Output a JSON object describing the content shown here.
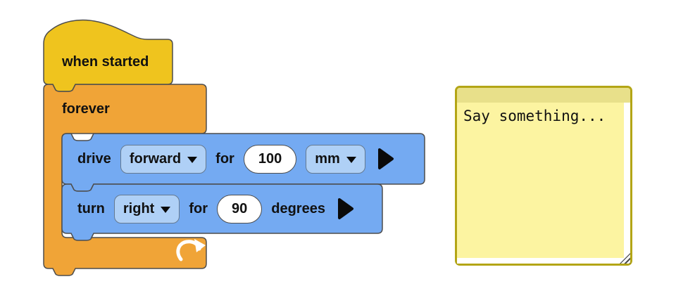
{
  "canvas": {
    "background": "#ffffff"
  },
  "workspace": {
    "hat_block": {
      "label": "when started",
      "color": "#EFC41E"
    },
    "forever_block": {
      "label": "forever",
      "color": "#F0A437",
      "icon": "loop-arrow-icon"
    },
    "drive_block": {
      "color": "#74AAF2",
      "field_color": "#AFD0F6",
      "label_drive": "drive",
      "direction_dropdown": {
        "value": "forward",
        "icon": "dropdown-caret-icon"
      },
      "label_for": "for",
      "distance_input": {
        "value": "100"
      },
      "unit_dropdown": {
        "value": "mm",
        "icon": "dropdown-caret-icon"
      },
      "expander_icon": "expand-arrow-icon"
    },
    "turn_block": {
      "color": "#74AAF2",
      "field_color": "#AFD0F6",
      "label_turn": "turn",
      "direction_dropdown": {
        "value": "right",
        "icon": "dropdown-caret-icon"
      },
      "label_for": "for",
      "angle_input": {
        "value": "90"
      },
      "label_degrees": "degrees",
      "expander_icon": "expand-arrow-icon"
    },
    "outline_color": "#4d4d4d"
  },
  "comment_note": {
    "text": "Say something...",
    "background": "#FCF4A1",
    "border_color": "#B3A516",
    "header_color": "#E8E08A",
    "resize_icon": "resize-grip-icon"
  }
}
